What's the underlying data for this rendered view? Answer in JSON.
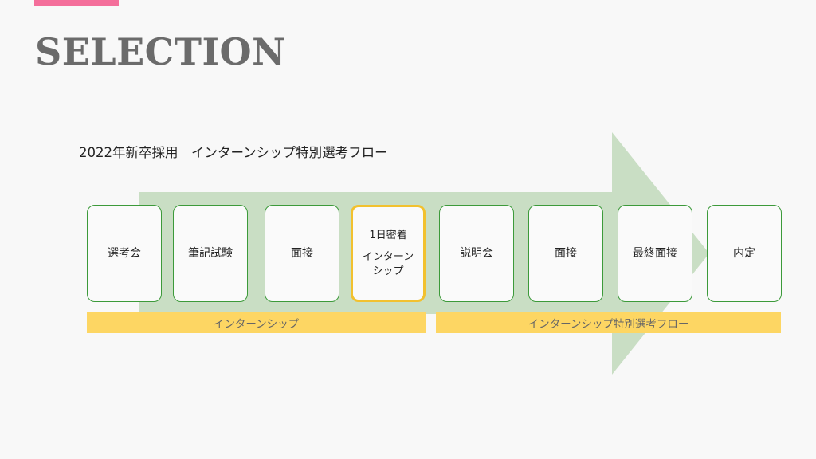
{
  "header": {
    "title": "SELECTION",
    "accent_color": "#f46f9b"
  },
  "flow": {
    "subtitle": "2022年新卒採用　インターンシップ特別選考フロー",
    "arrow_color": "#c9dec4",
    "steps": [
      {
        "label": "選考会"
      },
      {
        "label": "筆記試験"
      },
      {
        "label": "面接"
      },
      {
        "line1": "1日密着",
        "line2": "インターン",
        "line3": "シップ",
        "highlight": true
      },
      {
        "label": "説明会"
      },
      {
        "label": "面接"
      },
      {
        "label": "最終面接"
      },
      {
        "label": "内定"
      }
    ],
    "bands": [
      {
        "label": "インターンシップ"
      },
      {
        "label": "インターンシップ特別選考フロー"
      }
    ],
    "band_color": "#fdd663",
    "step_border_color": "#3c9a3a",
    "highlight_border_color": "#f2c12e"
  }
}
